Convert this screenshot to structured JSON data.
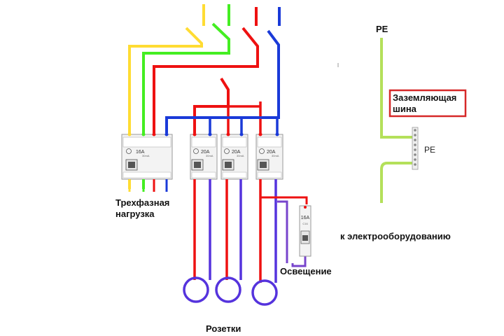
{
  "labels": {
    "three_phase_load": [
      "Трехфазная",
      "нагрузка"
    ],
    "sockets": "Розетки",
    "lighting": "Освещение",
    "to_equipment": "к электрооборудованию",
    "pe_top": "PE",
    "ground_bus": [
      "Заземляющая",
      "шина"
    ],
    "pe_bus": "PE"
  },
  "devices": {
    "rcd_3phase": {
      "rating": "16A",
      "sub": "30mA"
    },
    "rcd_1": {
      "rating": "20A",
      "sub": "30mA"
    },
    "rcd_2": {
      "rating": "20A",
      "sub": "30mA"
    },
    "rcd_3": {
      "rating": "20A",
      "sub": "30mA"
    },
    "breaker": {
      "rating": "16A",
      "sub": "C16"
    }
  },
  "colors": {
    "phase_a": "#ffdc33",
    "phase_b": "#44ee22",
    "phase_c": "#ee1111",
    "neutral": "#1a3ad8",
    "load_loop": "#5533dd",
    "load_neutral": "#7744cc",
    "pe_conductor": "#b4e05a",
    "highlight_box": "#d62828"
  }
}
